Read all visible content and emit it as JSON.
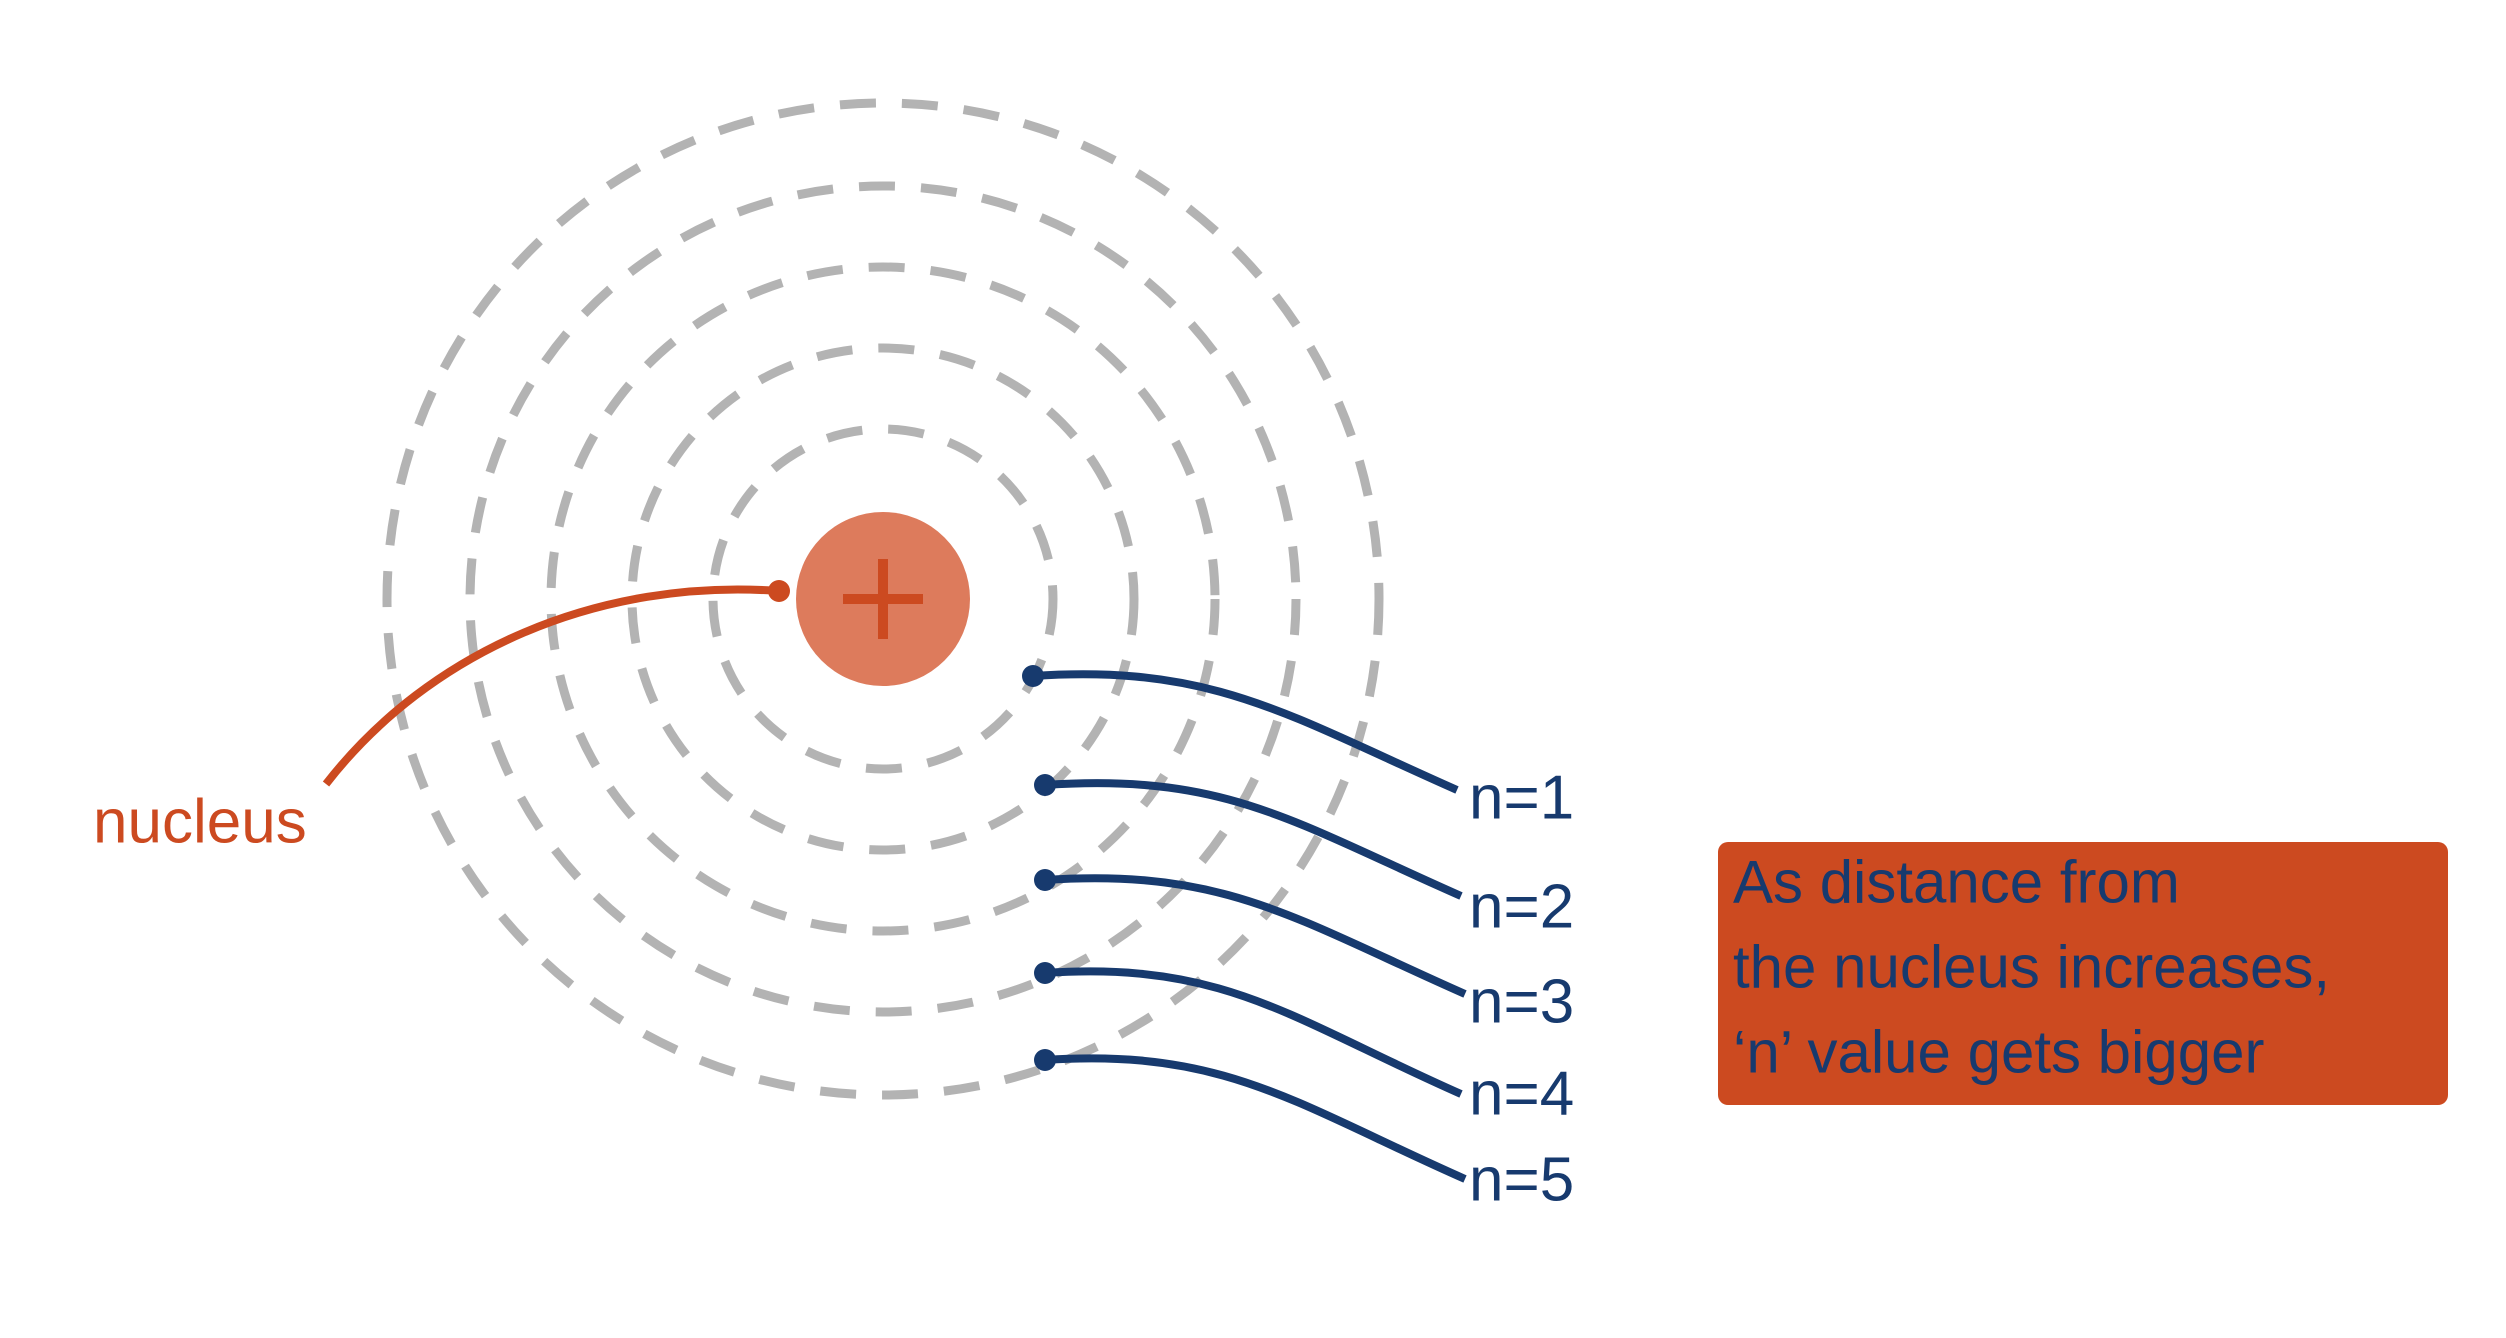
{
  "nucleus": {
    "label": "nucleus",
    "symbol": "+",
    "fill_color": "#dd7b5c",
    "accent_color": "#cc4a20"
  },
  "shells": [
    {
      "label": "n=1"
    },
    {
      "label": "n=2"
    },
    {
      "label": "n=3"
    },
    {
      "label": "n=4"
    },
    {
      "label": "n=5"
    }
  ],
  "shell_color": "#b3b3b3",
  "label_color": "#173a6e",
  "note": {
    "lines": [
      "As distance from",
      "the nucleus increases,",
      "‘n’ value gets bigger"
    ],
    "background": "#cc4a20"
  }
}
